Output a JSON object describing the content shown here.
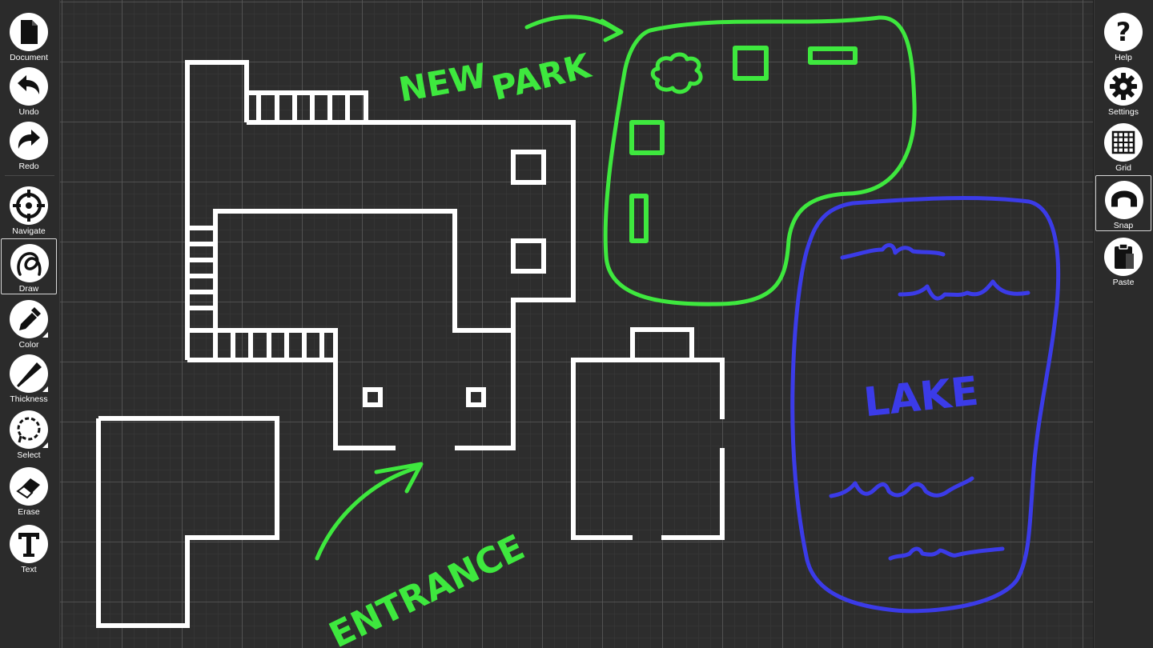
{
  "left_toolbar": [
    {
      "label": "Document",
      "icon": "document-icon"
    },
    {
      "label": "Undo",
      "icon": "undo-icon"
    },
    {
      "label": "Redo",
      "icon": "redo-icon"
    },
    {
      "label": "Navigate",
      "icon": "navigate-icon"
    },
    {
      "label": "Draw",
      "icon": "draw-icon",
      "selected": true
    },
    {
      "label": "Color",
      "icon": "color-dropper-icon"
    },
    {
      "label": "Thickness",
      "icon": "thickness-icon"
    },
    {
      "label": "Select",
      "icon": "select-lasso-icon"
    },
    {
      "label": "Erase",
      "icon": "eraser-icon"
    },
    {
      "label": "Text",
      "icon": "text-icon"
    }
  ],
  "right_toolbar": [
    {
      "label": "Help",
      "icon": "help-icon"
    },
    {
      "label": "Settings",
      "icon": "gear-icon"
    },
    {
      "label": "Grid",
      "icon": "grid-icon"
    },
    {
      "label": "Snap",
      "icon": "magnet-icon",
      "selected": true
    },
    {
      "label": "Paste",
      "icon": "clipboard-icon"
    }
  ],
  "canvas": {
    "annotations": {
      "new_park_word1": "NEW",
      "new_park_word2": "PARK",
      "entrance": "ENTRANCE",
      "lake": "LAKE"
    },
    "colors": {
      "background": "#2d2d2d",
      "grid_minor": "#3c3c3c",
      "grid_major": "#585858",
      "building_stroke": "#ffffff",
      "park_stroke": "#3ee83e",
      "lake_stroke": "#3b3be8"
    }
  }
}
